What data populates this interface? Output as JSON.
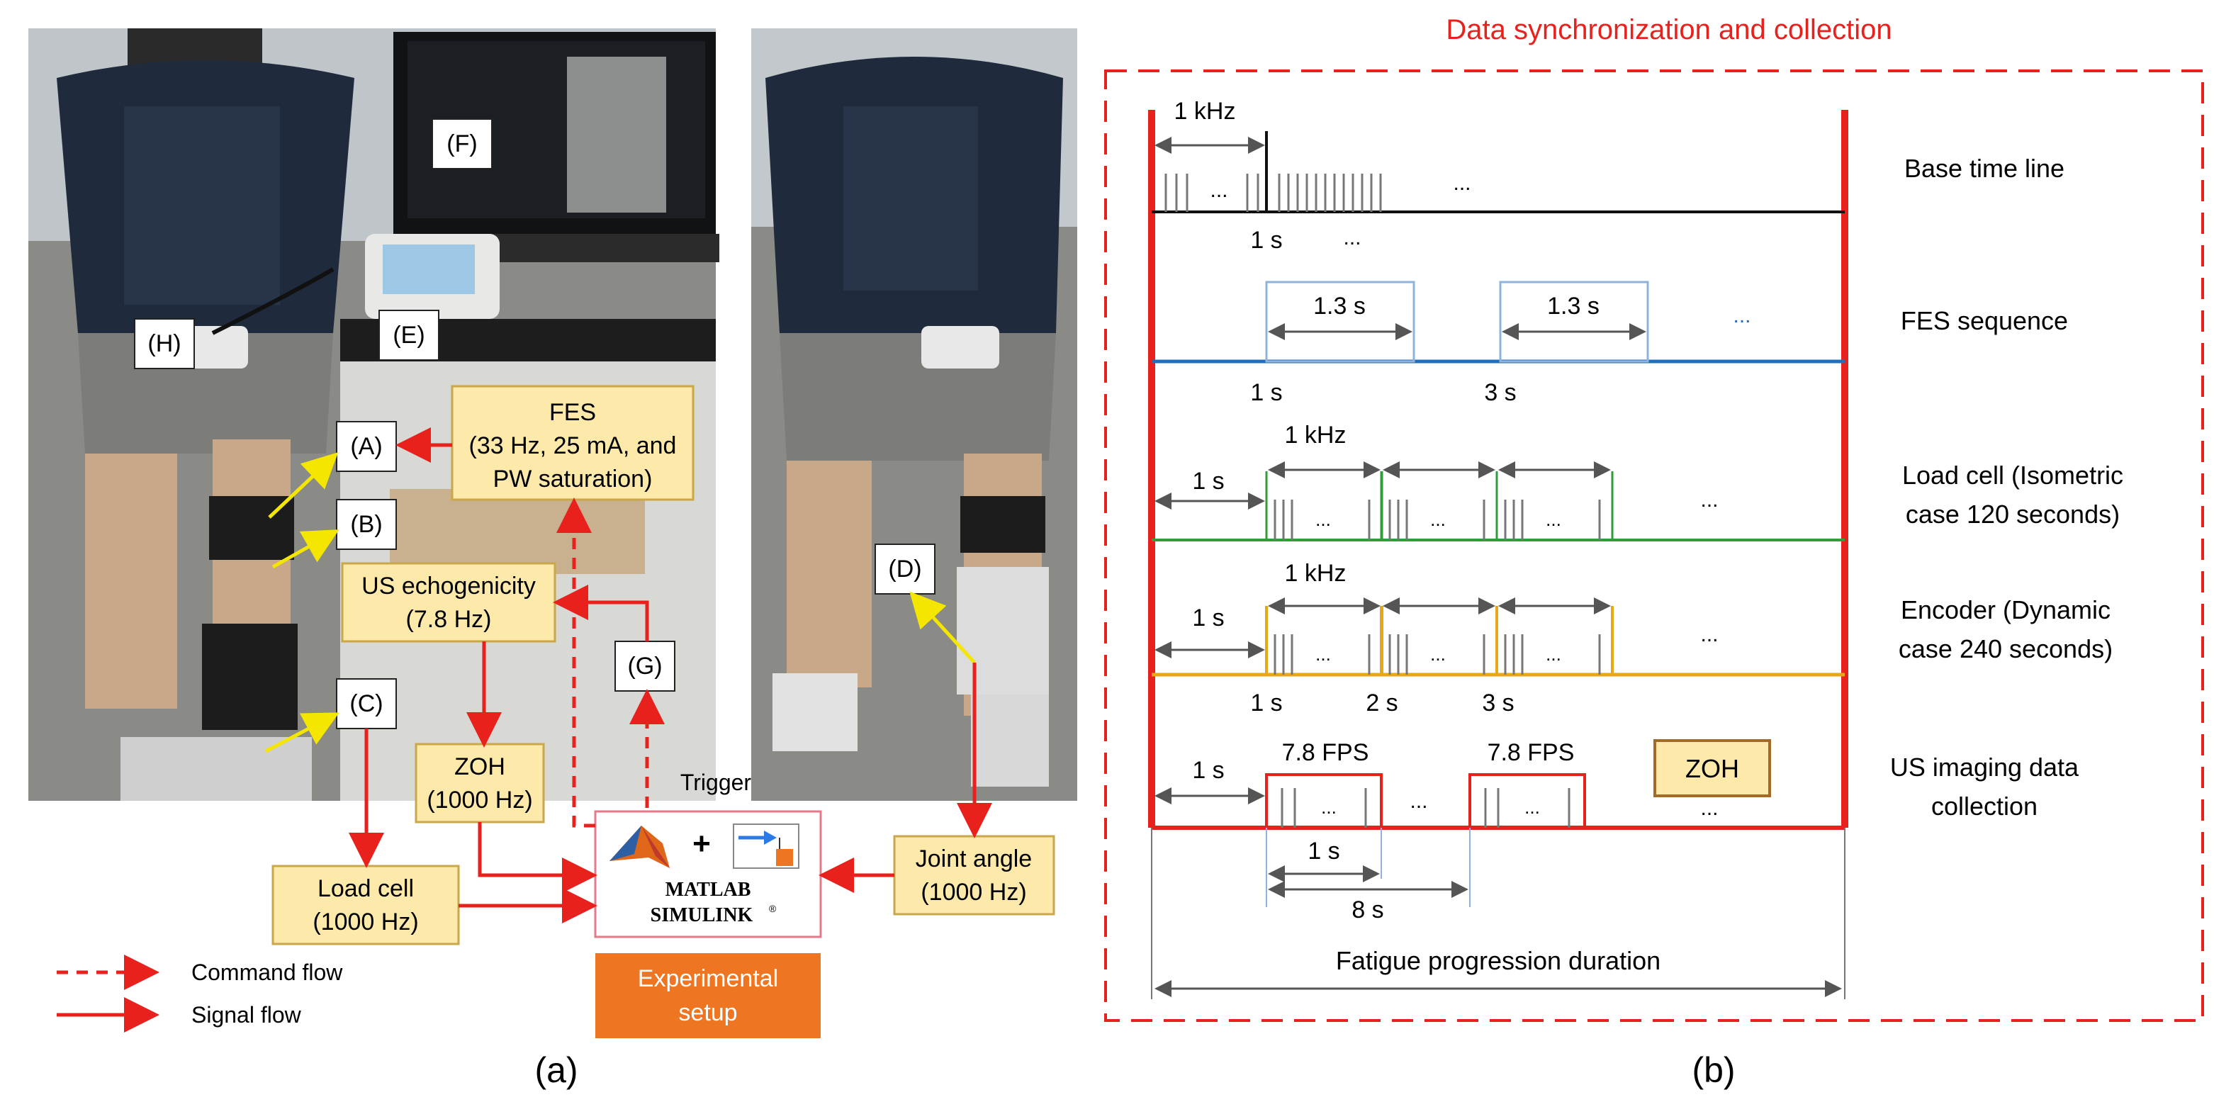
{
  "panel_a": {
    "caption": "(a)",
    "photo_labels": {
      "A": "(A)",
      "B": "(B)",
      "C": "(C)",
      "D": "(D)",
      "E": "(E)",
      "F": "(F)",
      "G": "(G)",
      "H": "(H)"
    },
    "fes_box": {
      "line1": "FES",
      "line2": "(33 Hz, 25 mA, and",
      "line3": "PW saturation)"
    },
    "us_box": {
      "line1": "US echogenicity",
      "line2": "(7.8 Hz)"
    },
    "zoh_box": {
      "line1": "ZOH",
      "line2": "(1000 Hz)"
    },
    "load_cell_box": {
      "line1": "Load cell",
      "line2": "(1000 Hz)"
    },
    "joint_angle_box": {
      "line1": "Joint angle",
      "line2": "(1000 Hz)"
    },
    "trigger": "Trigger",
    "matlab": {
      "line1": "MATLAB",
      "line2": "SIMULINK",
      "reg": "®",
      "plus": "+"
    },
    "experimental_setup": {
      "line1": "Experimental",
      "line2": "setup"
    },
    "legend": {
      "command_flow": "Command flow",
      "signal_flow": "Signal flow"
    }
  },
  "panel_b": {
    "title": "Data synchronization and collection",
    "caption": "(b)",
    "rows": {
      "base": {
        "label": "Base time line",
        "freq": "1 kHz",
        "mark": "1 s",
        "dots1": "...",
        "dots2": "...",
        "dots3": "..."
      },
      "fes": {
        "label": "FES sequence",
        "w1": "1.3 s",
        "w2": "1.3 s",
        "t1": "1 s",
        "t2": "3 s",
        "dots": "..."
      },
      "load": {
        "label_l1": "Load cell (Isometric",
        "label_l2": "case 120 seconds)",
        "freq": "1 kHz",
        "offset": "1 s",
        "dots": "..."
      },
      "encoder": {
        "label_l1": "Encoder (Dynamic",
        "label_l2": "case 240 seconds)",
        "freq": "1 kHz",
        "offset": "1 s",
        "t1": "1 s",
        "t2": "2 s",
        "t3": "3 s",
        "dots": "..."
      },
      "us": {
        "label_l1": "US imaging data",
        "label_l2": "collection",
        "fps1": "7.8 FPS",
        "fps2": "7.8 FPS",
        "offset": "1 s",
        "zoh": "ZOH",
        "w1": "1 s",
        "period": "8 s",
        "dots": "...",
        "dots2": "..."
      }
    },
    "fatigue": "Fatigue progression duration"
  },
  "colors": {
    "red": "#e8211c",
    "box_fill": "#fde9a9",
    "box_stroke": "#c9a74a",
    "orange": "#ee7522",
    "fes_blue": "#1f6fbf",
    "box_blue": "#8fb3dd",
    "load_green": "#2e9d3a",
    "enc_gold": "#e6a817",
    "tick_gray": "#777777"
  }
}
